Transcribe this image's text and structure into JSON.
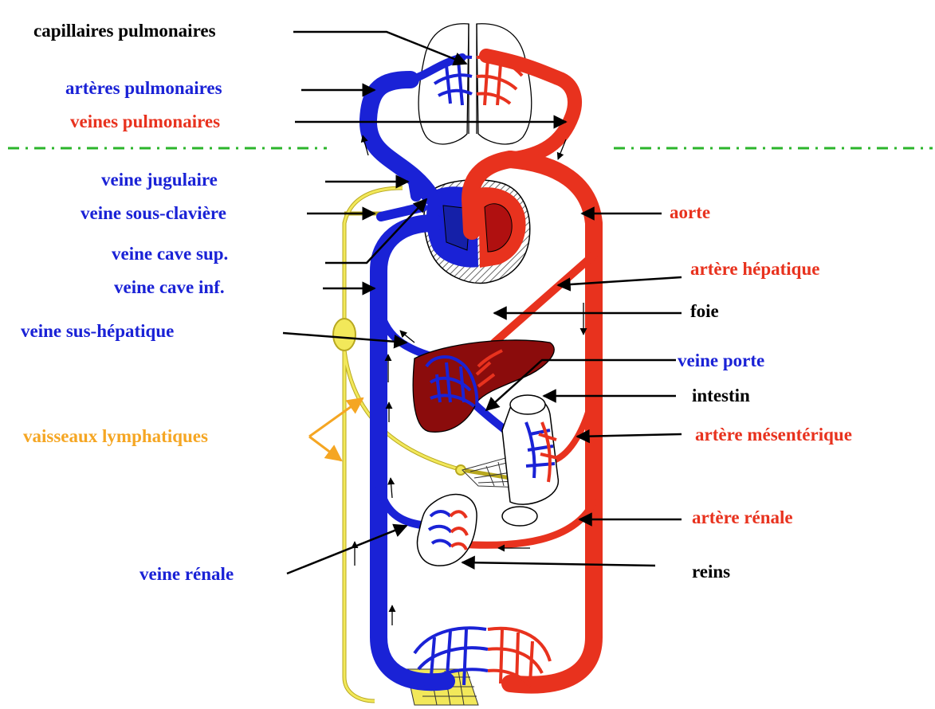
{
  "labels": {
    "capillaires_pulmonaires": "capillaires pulmonaires",
    "arteres_pulmonaires": "artères pulmonaires",
    "veines_pulmonaires": "veines pulmonaires",
    "veine_jugulaire": "veine jugulaire",
    "veine_sous_claviere": "veine sous-clavière",
    "veine_cave_sup": "veine cave sup.",
    "veine_cave_inf": "veine cave inf.",
    "veine_sus_hepatique": "veine sus-hépatique",
    "vaisseaux_lymphatiques": "vaisseaux lymphatiques",
    "veine_renale": "veine rénale",
    "aorte": "aorte",
    "artere_hepatique": "artère hépatique",
    "foie": "foie",
    "veine_porte": "veine porte",
    "intestin": "intestin",
    "artere_mesenterique": "artère mésentérique",
    "artere_renale": "artère rénale",
    "reins": "reins"
  },
  "colors": {
    "venous": "#1a22d6",
    "arterial": "#e8321e",
    "lymph": "#f2e85a",
    "lymph_stroke": "#b8a820",
    "liver": "#8b0c0c",
    "divider": "#2bb52b",
    "label_orange": "#f5a623"
  }
}
